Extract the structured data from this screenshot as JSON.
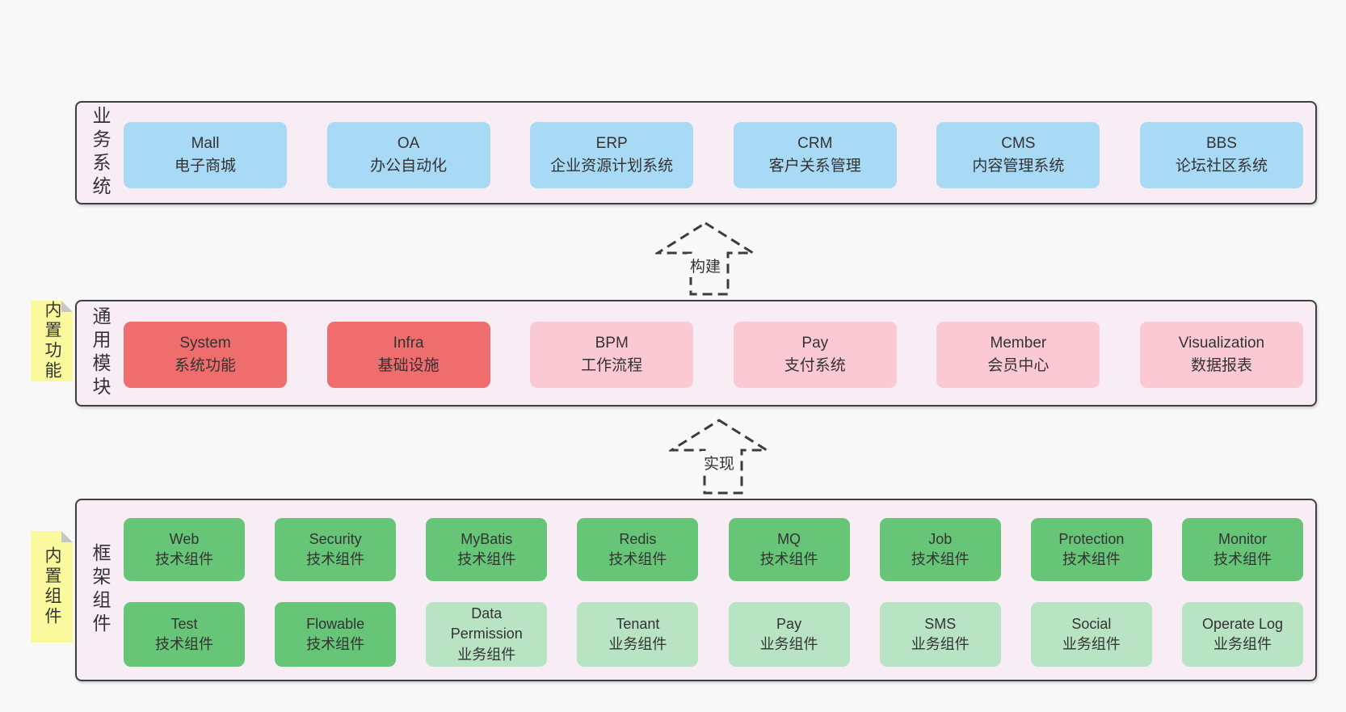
{
  "colors": {
    "page_bg": "#f8f8f8",
    "layer_bg": "#f8edf5",
    "layer_border": "#3f3f3f",
    "box_blue": "#a9daf5",
    "box_red": "#ef6e6d",
    "box_pink": "#fbc9d3",
    "box_green": "#67c577",
    "box_light_green": "#b9e4c3",
    "sticky_yellow": "#fbf99e",
    "text": "#333333"
  },
  "layers": {
    "business": {
      "label": "业务系统",
      "boxes": [
        {
          "title": "Mall",
          "subtitle": "电子商城"
        },
        {
          "title": "OA",
          "subtitle": "办公自动化"
        },
        {
          "title": "ERP",
          "subtitle": "企业资源计划系统"
        },
        {
          "title": "CRM",
          "subtitle": "客户关系管理"
        },
        {
          "title": "CMS",
          "subtitle": "内容管理系统"
        },
        {
          "title": "BBS",
          "subtitle": "论坛社区系统"
        }
      ]
    },
    "modules": {
      "label": "通用模块",
      "sticky": "内置功能",
      "boxes": [
        {
          "title": "System",
          "subtitle": "系统功能"
        },
        {
          "title": "Infra",
          "subtitle": "基础设施"
        },
        {
          "title": "BPM",
          "subtitle": "工作流程"
        },
        {
          "title": "Pay",
          "subtitle": "支付系统"
        },
        {
          "title": "Member",
          "subtitle": "会员中心"
        },
        {
          "title": "Visualization",
          "subtitle": "数据报表"
        }
      ]
    },
    "framework": {
      "label": "框架组件",
      "sticky": "内置组件",
      "row1": [
        {
          "title": "Web",
          "subtitle": "技术组件"
        },
        {
          "title": "Security",
          "subtitle": "技术组件"
        },
        {
          "title": "MyBatis",
          "subtitle": "技术组件"
        },
        {
          "title": "Redis",
          "subtitle": "技术组件"
        },
        {
          "title": "MQ",
          "subtitle": "技术组件"
        },
        {
          "title": "Job",
          "subtitle": "技术组件"
        },
        {
          "title": "Protection",
          "subtitle": "技术组件"
        },
        {
          "title": "Monitor",
          "subtitle": "技术组件"
        }
      ],
      "row2": [
        {
          "title": "Test",
          "subtitle": "技术组件"
        },
        {
          "title": "Flowable",
          "subtitle": "技术组件"
        },
        {
          "title": "Data Permission",
          "subtitle": "业务组件"
        },
        {
          "title": "Tenant",
          "subtitle": "业务组件"
        },
        {
          "title": "Pay",
          "subtitle": "业务组件"
        },
        {
          "title": "SMS",
          "subtitle": "业务组件"
        },
        {
          "title": "Social",
          "subtitle": "业务组件"
        },
        {
          "title": "Operate Log",
          "subtitle": "业务组件"
        }
      ]
    }
  },
  "arrows": [
    {
      "label": "构建"
    },
    {
      "label": "实现"
    }
  ]
}
